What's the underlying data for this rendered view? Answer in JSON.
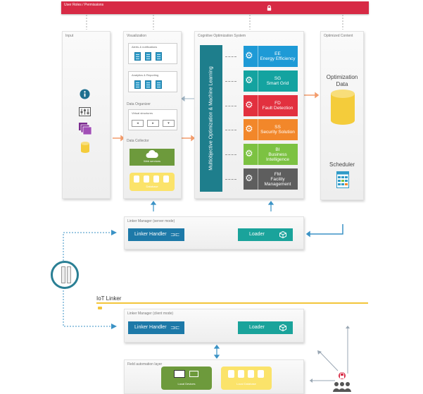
{
  "colors": {
    "user_bar": "#d72a45",
    "ml_bar": "#1e7e8c",
    "linker_handler": "#1d79a8",
    "loader": "#1aa39b",
    "green": "#6d9a3c",
    "yellow": "#fbe36a",
    "iot_line": "#f3c53a",
    "orange_arrow": "#f39c6b",
    "blue_arrow": "#3a92c5"
  },
  "user_bar": {
    "label": "User Roles / Permissions",
    "icon": "lock-icon"
  },
  "input": {
    "title": "Input"
  },
  "visualization": {
    "title": "Visualization",
    "alerts": "Alerts & notifications",
    "analytics": "Analytics & Reporting",
    "organizer_title": "Data Organizer",
    "virtual": "Virtual structures",
    "collector_title": "Data Collector",
    "web_services": "Web services",
    "collector_db": "Database"
  },
  "cognitive": {
    "title": "Cognitive Optimization System",
    "ml_label": "Multiobjective Optimization & Machine Learning",
    "modules": [
      {
        "code": "EE",
        "name": "Energy Efficiency",
        "color": "#1e9ad6"
      },
      {
        "code": "SG",
        "name": "Smart Grid",
        "color": "#14a3a0"
      },
      {
        "code": "FD",
        "name": "Fault Detection",
        "color": "#e2303f"
      },
      {
        "code": "SS",
        "name": "Security Solution",
        "color": "#f2872a"
      },
      {
        "code": "BI",
        "name": "Business Intelligence",
        "color": "#7cc242"
      },
      {
        "code": "FM",
        "name": "Facility Management",
        "color": "#5e5e5e"
      }
    ]
  },
  "optimized": {
    "title": "Optimized Content",
    "data_label": "Optimization Data",
    "scheduler": "Scheduler"
  },
  "linker_server": {
    "title": "Linker Manager (server mode)",
    "handler": "Linker Handler",
    "loader": "Loader"
  },
  "iot": {
    "label": "IoT Linker"
  },
  "linker_client": {
    "title": "Linker Manager (client mode)",
    "handler": "Linker Handler",
    "loader": "Loader"
  },
  "field": {
    "title": "Field automation layer",
    "local_devices": "Local Devices",
    "local_db": "Local Database"
  }
}
